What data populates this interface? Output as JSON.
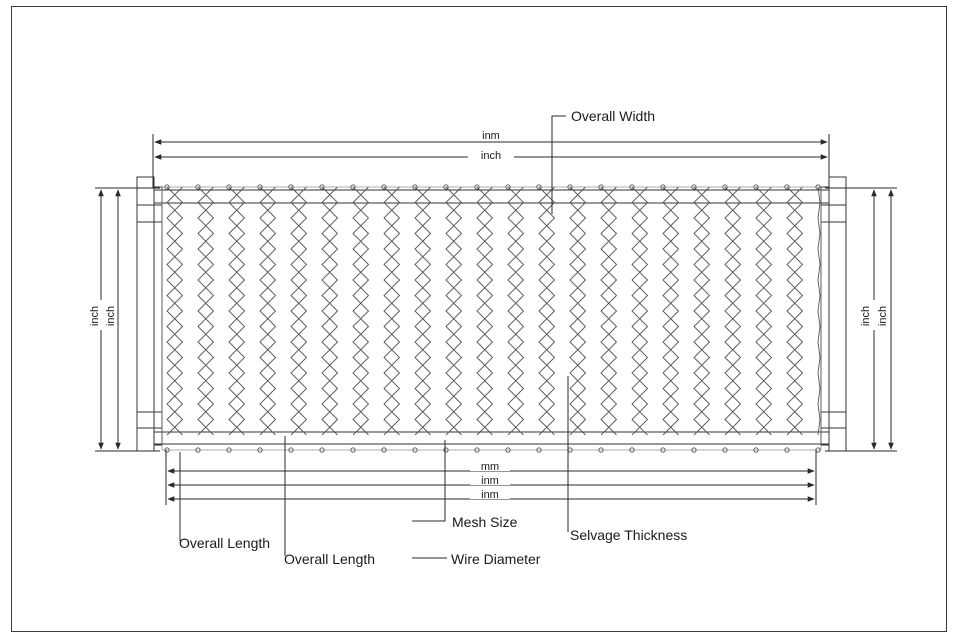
{
  "diagram": {
    "callouts": {
      "overall_width": "Overall Width",
      "overall_length_1": "Overall Length",
      "overall_length_2": "Overall Length",
      "mesh_size": "Mesh Size",
      "wire_diameter": "Wire Diameter",
      "selvage_thickness": "Selvage Thickness"
    },
    "dimension_labels": {
      "top_1": "inm",
      "top_2": "inch",
      "bottom_1": "mm",
      "bottom_2": "inm",
      "bottom_3": "inm",
      "left_1": "inch",
      "left_2": "inch",
      "right_1": "inch",
      "right_2": "inch"
    },
    "line_color": "#2a2a2a"
  }
}
